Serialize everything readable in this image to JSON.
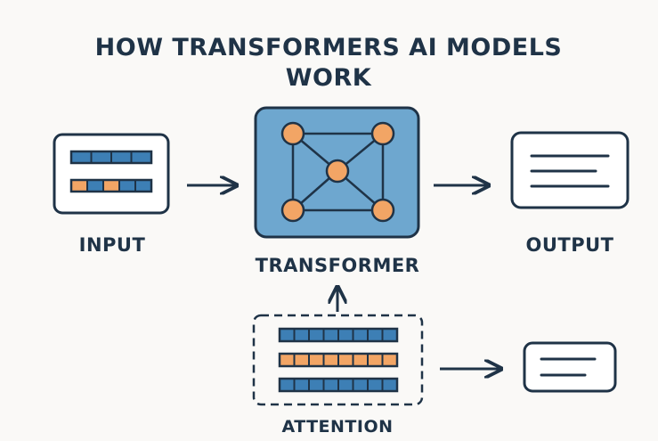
{
  "title_line1": "HOW TRANSFORMERS AI MODELS",
  "title_line2": "WORK",
  "labels": {
    "input": "INPUT",
    "transformer": "TRANSFORMER",
    "output": "OUTPUT",
    "attention": "ATTENTION"
  },
  "colors": {
    "background": "#faf9f7",
    "ink": "#1f3347",
    "blue": "#3d7fb5",
    "orange": "#f2a565",
    "panel": "#6ea7cf"
  },
  "input_tokens": [
    [
      "blue",
      "blue",
      "blue",
      "blue"
    ],
    [
      "orange",
      "blue",
      "orange",
      "blue",
      "blue"
    ]
  ],
  "attention_tokens": [
    [
      "blue",
      "blue",
      "blue",
      "blue",
      "blue",
      "blue",
      "blue",
      "blue"
    ],
    [
      "orange",
      "orange",
      "orange",
      "orange",
      "orange",
      "orange",
      "orange",
      "orange"
    ],
    [
      "blue",
      "blue",
      "blue",
      "blue",
      "blue",
      "blue",
      "blue",
      "blue"
    ]
  ],
  "network_nodes": [
    {
      "id": "top-left"
    },
    {
      "id": "top-right"
    },
    {
      "id": "center"
    },
    {
      "id": "bottom-left"
    },
    {
      "id": "bottom-right"
    }
  ]
}
